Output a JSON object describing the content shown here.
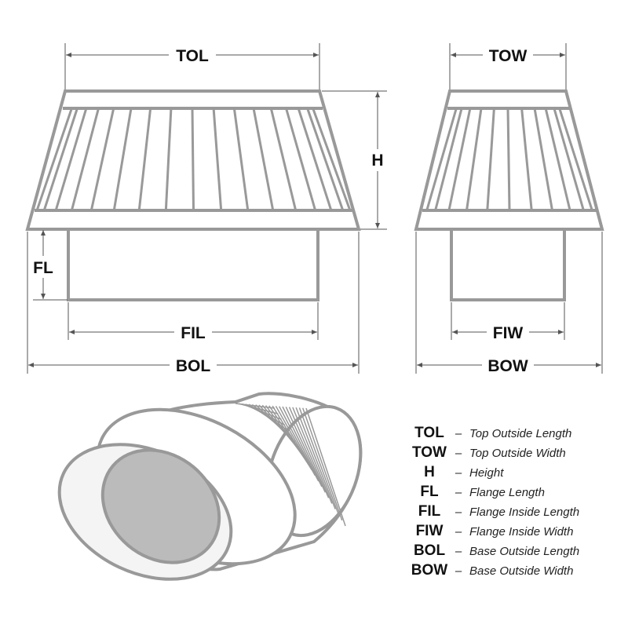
{
  "colors": {
    "outline": "#999999",
    "dimension": "#555555",
    "inner": "#bbbbbb"
  },
  "dimensions": {
    "tol": "TOL",
    "tow": "TOW",
    "h": "H",
    "fl": "FL",
    "fil": "FIL",
    "fiw": "FIW",
    "bol": "BOL",
    "bow": "BOW"
  },
  "legend": [
    {
      "key": "TOL",
      "dash": "–",
      "desc": "Top Outside Length"
    },
    {
      "key": "TOW",
      "dash": "–",
      "desc": "Top Outside Width"
    },
    {
      "key": "H",
      "dash": "–",
      "desc": "Height"
    },
    {
      "key": "FL",
      "dash": "–",
      "desc": "Flange Length"
    },
    {
      "key": "FIL",
      "dash": "–",
      "desc": "Flange Inside Length"
    },
    {
      "key": "FIW",
      "dash": "–",
      "desc": "Flange Inside Width"
    },
    {
      "key": "BOL",
      "dash": "–",
      "desc": "Base Outside Length"
    },
    {
      "key": "BOW",
      "dash": "–",
      "desc": "Base Outside Width"
    }
  ]
}
